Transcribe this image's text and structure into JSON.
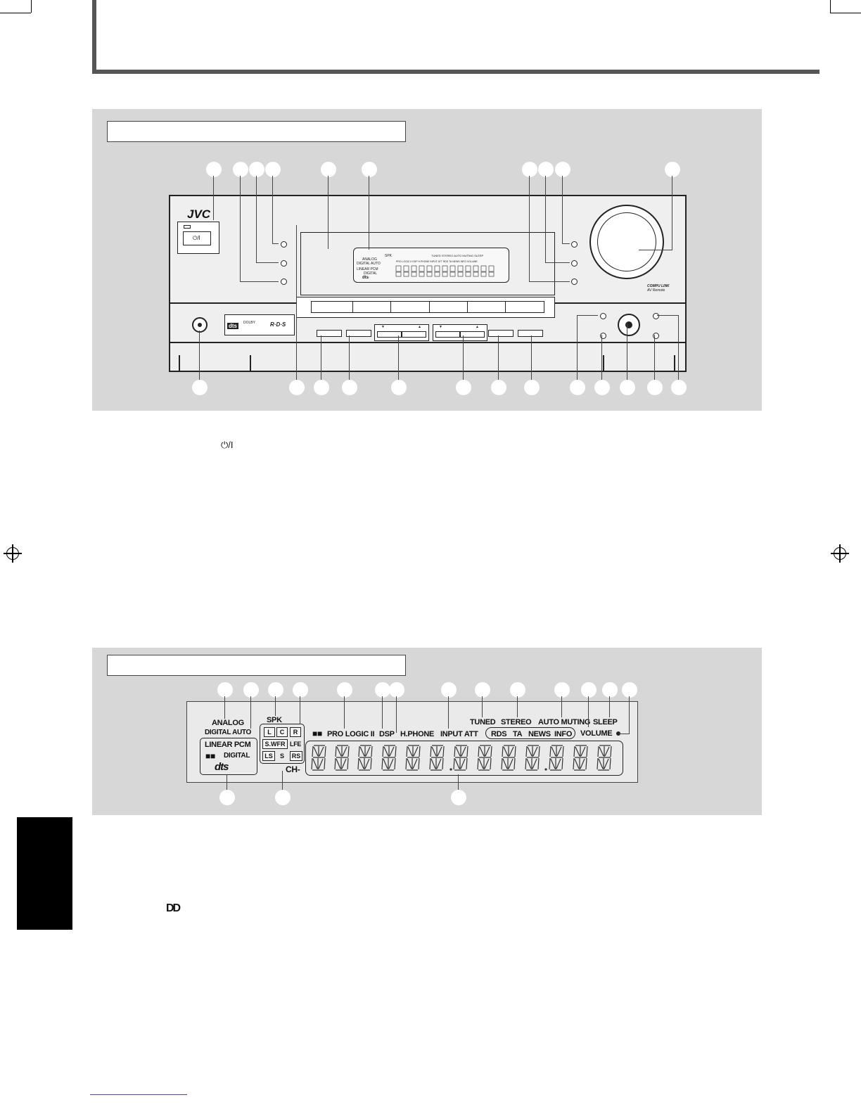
{
  "brand": {
    "logo_text": "JVC"
  },
  "front_panel": {
    "power_symbol": "⏻/I",
    "compu_link_text": "COMPU LINK",
    "remote_text": "AV Remote",
    "dts_badge": "dts",
    "dolby_badge": "DOLBY",
    "rds_badge": "R·D·S",
    "arrow_down": "▼",
    "arrow_up": "▲"
  },
  "power_note": {
    "symbol": "⏻/I"
  },
  "display": {
    "analog": "ANALOG",
    "digital_auto": "DIGITAL AUTO",
    "spk": "SPK",
    "spk_l": "L",
    "spk_c": "C",
    "spk_r": "R",
    "spk_swfr": "S.WFR",
    "spk_lfe": "LFE",
    "spk_ls": "LS",
    "spk_s": "S",
    "spk_rs": "RS",
    "linear_pcm": "LINEAR PCM",
    "digital": "DIGITAL",
    "dts": "dts",
    "pro_logic": "PRO LOGIC II",
    "dsp": "DSP",
    "hphone": "H.PHONE",
    "input_att": "INPUT ATT",
    "tuned": "TUNED",
    "stereo": "STEREO",
    "auto_muting": "AUTO MUTING",
    "sleep": "SLEEP",
    "rds": "RDS",
    "ta": "TA",
    "news": "NEWS",
    "info": "INFO",
    "volume": "VOLUME",
    "ch": "CH-"
  },
  "mini_display": {
    "analog": "ANALOG",
    "digital_auto": "DIGITAL AUTO",
    "linear_pcm": "LINEAR PCM",
    "digital": "DIGITAL",
    "dts": "dts",
    "spk": "SPK",
    "pro_logic": "PRO LOGIC II  DSP  H.PHONE  INPUT ATT  RDS TA  NEWS INFO  VOLUME",
    "tuned": "TUNED  STEREO  AUTO MUTING  SLEEP"
  },
  "dolby_note": {
    "symbol": "DD"
  }
}
